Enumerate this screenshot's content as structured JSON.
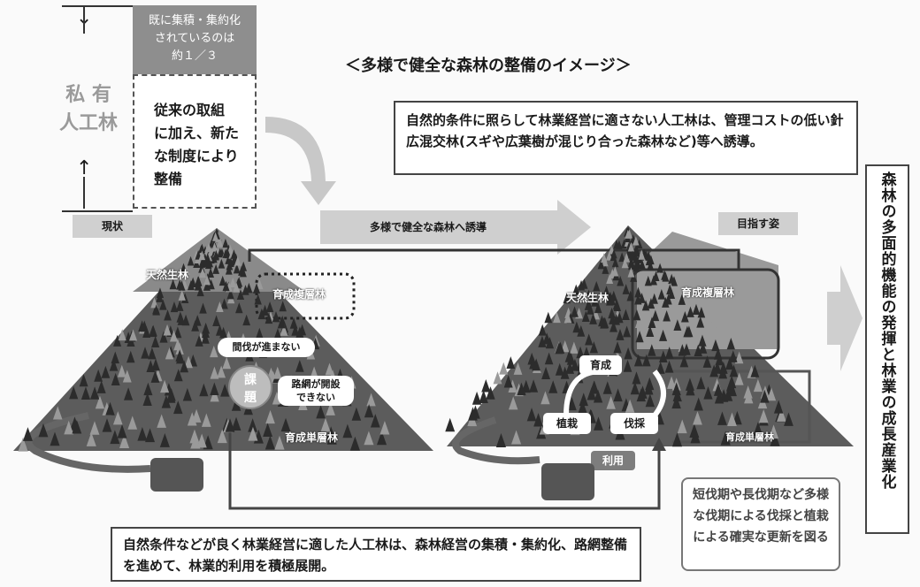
{
  "left_bracket": {
    "category_label": "私 有\n人工林",
    "top_box": "既に集積・集約化\nされているのは\n約１／３",
    "bottom_box": "従来の取組\nに加え、新た\nな制度により\n整備"
  },
  "title": "＜多様で健全な森林の整備のイメージ＞",
  "top_note": "自然的条件に照らして林業経営に適さない人工林は、管理コストの低い針広混交林(スギや広葉樹が混じり合った森林など)等へ誘導。",
  "status_labels": {
    "current": "現状",
    "transition": "多様で健全な森林へ誘導",
    "goal": "目指す姿"
  },
  "left_mountain": {
    "natural_forest": "天然生林",
    "multi_layer": "育成複層林",
    "single_layer": "育成単層林",
    "issue_badge": "課\n題",
    "issue_1": "間伐が進まない",
    "issue_2": "路網が開設\nできない"
  },
  "right_mountain": {
    "natural_forest": "天然生林",
    "multi_layer": "育成複層林",
    "single_layer": "育成単層林",
    "cycle_grow": "育成",
    "cycle_plant": "植栽",
    "cycle_harvest": "伐採",
    "use": "利用"
  },
  "bottom_note": "自然条件などが良く林業経営に適した人工林は、森林経営の集積・集約化、路網整備を進めて、林業的利用を積極展開。",
  "callout": "短伐期や長伐期など多様な伐期による伐採と植栽による確実な更新を図る",
  "right_banner": "森林の多面的機能の発揮と林業の成長産業化",
  "colors": {
    "tree_dark": "#2c2c2c",
    "tree_light": "#9a9a9a",
    "mountain": "#6e6e6e",
    "label_gray": "#c8c8c8"
  }
}
